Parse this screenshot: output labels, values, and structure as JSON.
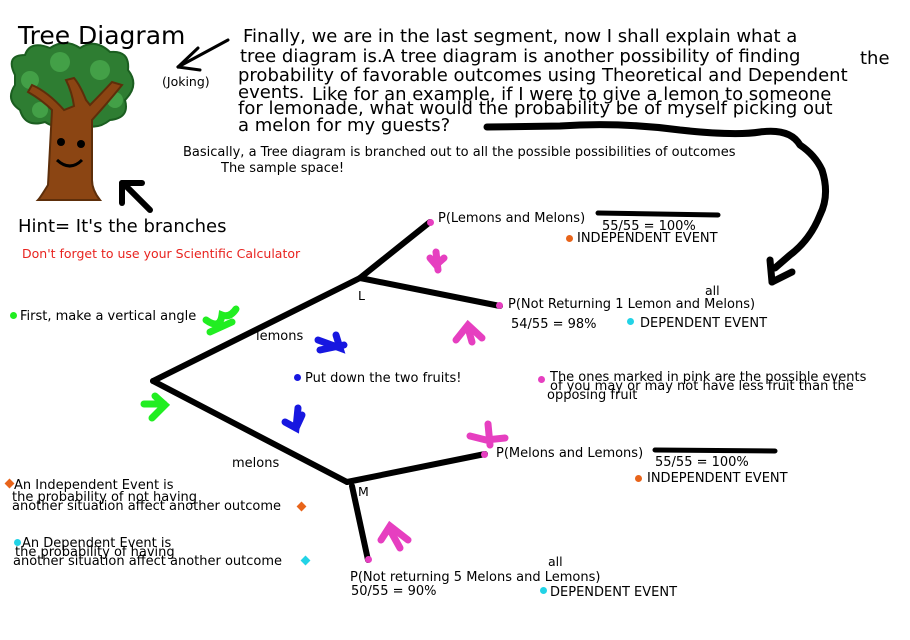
{
  "header": {
    "title": "Tree Diagram",
    "joking": "(Joking)",
    "hint": "Hint= It's the branches",
    "reminder": "Don't forget to use your Scientific Calculator"
  },
  "intro": {
    "line1": "Finally, we are in the last segment, now I shall explain what a",
    "line2": "tree diagram is.A tree diagram is another possibility of finding",
    "line2_extra": "the",
    "line3": "probability of favorable outcomes using Theoretical and Dependent",
    "line4": "events.",
    "line5": "Like for an example, if I were to give a lemon to someone",
    "line6": "for lemonade, what would the probability be of myself picking out",
    "line7": "a melon for my guests?"
  },
  "explain": {
    "line1": "Basically, a Tree diagram is branched out to all the possible possibilities of outcomes",
    "line2": "The sample space!"
  },
  "tree": {
    "node_l": "L",
    "node_m": "M",
    "branch_lemons": "lemons",
    "branch_melons": "melons"
  },
  "outcomes": {
    "o1_label": "P(Lemons and Melons)",
    "o1_prob": "55/55 = 100%",
    "o1_type": "INDEPENDENT EVENT",
    "o2_label": "P(Not Returning 1 Lemon and Melons)",
    "o2_prob": "54/55 = 98%",
    "o2_all": "all",
    "o2_type": "DEPENDENT EVENT",
    "o3_label": "P(Melons and Lemons)",
    "o3_prob": "55/55 = 100%",
    "o3_type": "INDEPENDENT EVENT",
    "o4_label": "P(Not returning 5 Melons and Lemons)",
    "o4_prob": "50/55 =  90%",
    "o4_all": "all",
    "o4_type": "DEPENDENT EVENT"
  },
  "notes": {
    "vertical_angle": "First, make a vertical angle",
    "two_fruits": "Put down the two fruits!",
    "pink1": "The ones marked in pink are the possible events",
    "pink2": "of you may or may not have less fruit than the",
    "pink3": "opposing fruit",
    "indep1": "An Independent Event is",
    "indep2": "the probability of not having",
    "indep3": "another situation affect another outcome",
    "dep1": "An Dependent Event is",
    "dep2": "the probability of having",
    "dep3": "another situation affect another outcome"
  },
  "colors": {
    "green": "#21ee21",
    "blue": "#1717e0",
    "pink": "#e63fc0",
    "orange": "#e8641a",
    "cyan": "#22d3e6",
    "red": "#e8231f",
    "tree_brown": "#8b4513",
    "tree_green": "#2e7d32"
  }
}
